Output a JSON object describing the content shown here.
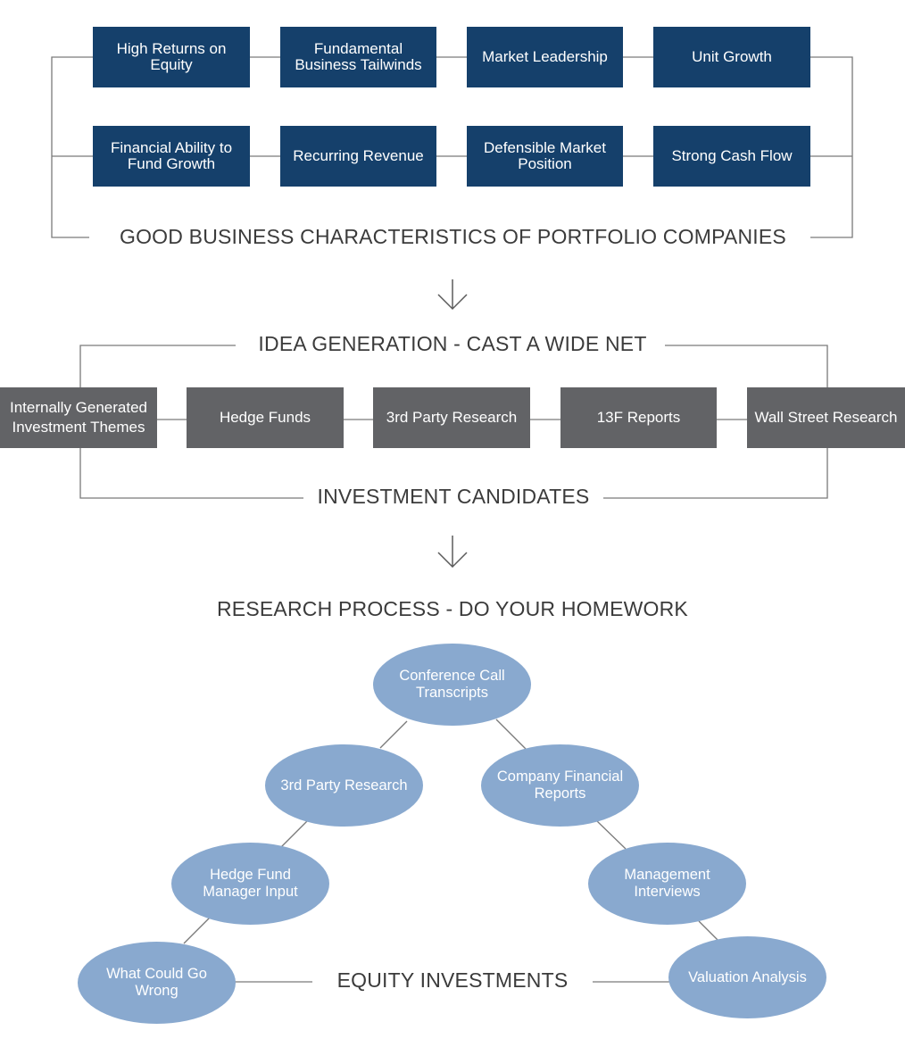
{
  "characteristics": {
    "row1": [
      "High Returns on Equity",
      "Fundamental Business Tailwinds",
      "Market Leadership",
      "Unit Growth"
    ],
    "row2": [
      "Financial Ability to Fund Growth",
      "Recurring Revenue",
      "Defensible Market Position",
      "Strong Cash Flow"
    ],
    "heading": "GOOD BUSINESS CHARACTERISTICS OF PORTFOLIO COMPANIES"
  },
  "idea_generation": {
    "heading": "IDEA GENERATION - CAST A WIDE NET",
    "sources": [
      "Internally Generated Investment Themes",
      "Hedge Funds",
      "3rd Party Research",
      "13F Reports",
      "Wall Street Research"
    ],
    "footer": "INVESTMENT CANDIDATES"
  },
  "research": {
    "heading": "RESEARCH PROCESS - DO YOUR HOMEWORK",
    "steps": [
      "Conference Call Transcripts",
      "3rd Party Research",
      "Company Financial Reports",
      "Hedge Fund Manager Input",
      "Management Interviews",
      "What Could Go Wrong",
      "Valuation Analysis"
    ],
    "footer": "EQUITY INVESTMENTS"
  },
  "colors": {
    "characteristic_box": "#15406b",
    "source_box": "#626366",
    "research_ellipse": "#89a9cf",
    "lines": "#7a7a7a",
    "arrows": "#5a5a5a"
  },
  "icons": [
    "down-arrow-icon",
    "down-arrow-icon"
  ]
}
